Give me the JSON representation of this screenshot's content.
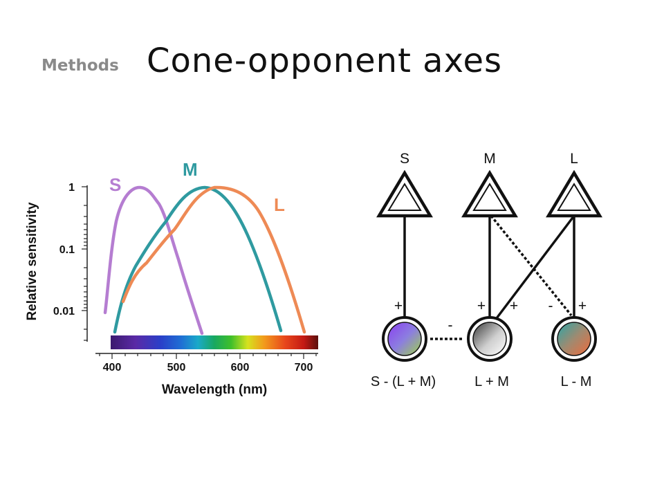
{
  "header": {
    "section": "Methods",
    "title": "Cone-opponent axes"
  },
  "sensitivity_plot": {
    "y_axis_label": "Relative sensitivity",
    "x_axis_label": "Wavelength (nm)",
    "y_ticks": [
      "1",
      "0.1",
      "0.01"
    ],
    "x_ticks": [
      "400",
      "500",
      "600",
      "700"
    ],
    "curves": [
      {
        "label": "S",
        "color": "#b57dd1"
      },
      {
        "label": "M",
        "color": "#2f9aa0"
      },
      {
        "label": "L",
        "color": "#ee8a55"
      }
    ]
  },
  "cone_diagram": {
    "cones": [
      "S",
      "M",
      "L"
    ],
    "signs": {
      "s_plus": "+",
      "lm_plus_m": "+",
      "lm_plus_l": "+",
      "ld_minus": "-",
      "ld_plus": "+",
      "mutual_minus": "-"
    },
    "channels": [
      "S - (L + M)",
      "L + M",
      "L - M"
    ]
  }
}
